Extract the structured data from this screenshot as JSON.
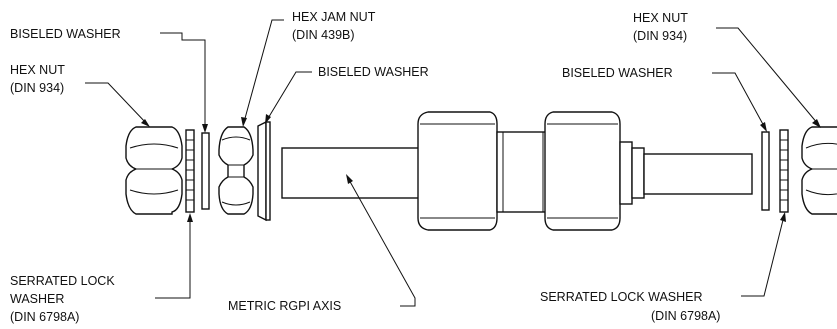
{
  "labels": {
    "biseled_washer_left_top": "BISELED WASHER",
    "hex_jam_nut_1": "HEX JAM NUT",
    "hex_jam_nut_2": "(DIN 439B)",
    "biseled_washer_mid": "BISELED WASHER",
    "hex_nut_left_1": "HEX NUT",
    "hex_nut_left_2": "(DIN 934)",
    "serrated_left_1": "SERRATED LOCK",
    "serrated_left_2": "WASHER",
    "serrated_left_3": "(DIN 6798A)",
    "axis": "METRIC RGPI AXIS",
    "hex_nut_right_1": "HEX NUT",
    "hex_nut_right_2": "(DIN 934)",
    "biseled_washer_right": "BISELED WASHER",
    "serrated_right_1": "SERRATED LOCK WASHER",
    "serrated_right_2": "(DIN 6798A)"
  },
  "colors": {
    "line": "#111111",
    "background": "#ffffff"
  }
}
